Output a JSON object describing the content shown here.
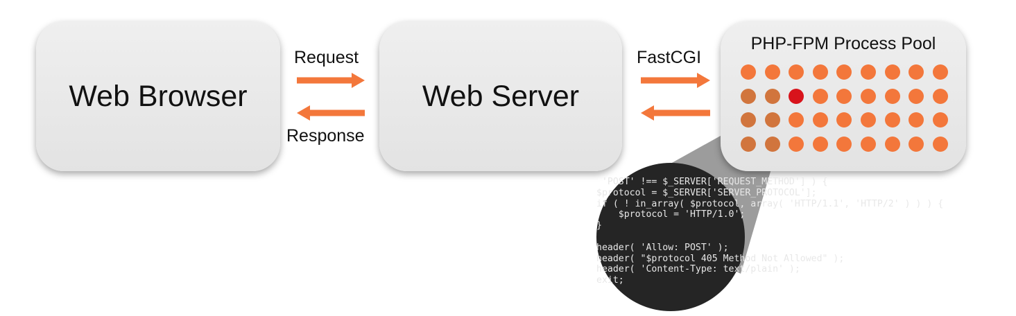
{
  "nodes": {
    "browser": "Web Browser",
    "server": "Web Server",
    "pool": "PHP-FPM Process Pool"
  },
  "edges": {
    "request": "Request",
    "response": "Response",
    "fastcgi": "FastCGI"
  },
  "pool_grid": {
    "rows": 4,
    "cols": 9,
    "active_cell": [
      1,
      2
    ],
    "colors": {
      "idle": "#f3773b",
      "shaded": "#d1753d",
      "active": "#d8131b"
    }
  },
  "colors": {
    "arrow": "#f3773b"
  },
  "code_lines": [
    " 'POST' !== $_SERVER['REQUEST_METHOD'] ) {",
    "$protocol = $_SERVER['SERVER_PROTOCOL'];",
    "if ( ! in_array( $protocol, array( 'HTTP/1.1', 'HTTP/2' ) ) ) {",
    "    $protocol = 'HTTP/1.0';",
    "}",
    "",
    "header( 'Allow: POST' );",
    "header( \"$protocol 405 Method Not Allowed\" );",
    "header( 'Content-Type: text/plain' );",
    "exit;"
  ]
}
